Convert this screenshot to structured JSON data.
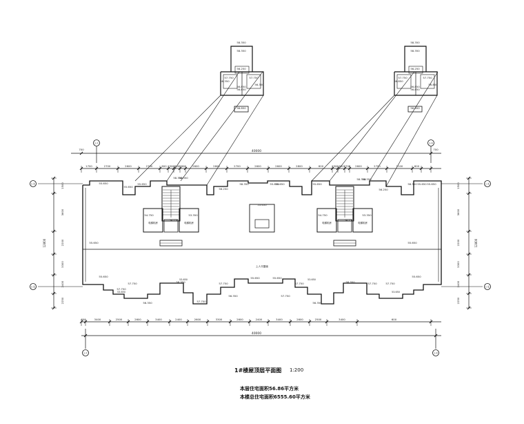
{
  "drawing": {
    "title": "1#楼屋顶层平面图",
    "scale": "1:200",
    "note_floor_area": "本层住宅面积56.86平方米",
    "note_building_area": "本楼总住宅面积6555.60平方米"
  },
  "axis_labels": {
    "top_left": "1-①",
    "top_right": "1-⑩",
    "bottom_left": "1-①",
    "bottom_right": "1-⑩",
    "left_a": "1-Ⓐ",
    "left_b": "1-Ⓔ",
    "right_a": "1-Ⓐ",
    "right_b": "1-Ⓔ"
  },
  "dimensions": {
    "overall_top": "40000",
    "overall_bottom": "40000",
    "top_overhang_left": "700",
    "top_overhang_right": "700",
    "top_segments": [
      "1700",
      "2700",
      "2600",
      "2700",
      "600",
      "1500",
      "600",
      "2800",
      "2600",
      "2600",
      "2700",
      "2600",
      "2600",
      "2800",
      "600",
      "1500",
      "600",
      "2700",
      "2600",
      "2700",
      "1100",
      "600"
    ],
    "bottom_segments": [
      "600",
      "3400",
      "2500",
      "2600",
      "3400",
      "2400",
      "2600",
      "3300",
      "2600",
      "2400",
      "3400",
      "2600",
      "2500",
      "3400",
      "600"
    ],
    "left_segments": [
      "1500",
      "3600",
      "2200",
      "3300",
      "2400",
      "2250"
    ],
    "left_total": "12800",
    "right_segments": [
      "1500",
      "3600",
      "2200",
      "3300",
      "2400",
      "2250"
    ],
    "right_total": "12800"
  },
  "elevations": {
    "detail_left": [
      "58.350",
      "58.350",
      "56.850",
      "56.250",
      "57.750",
      "57.750",
      "56.850",
      "56.350",
      "56.350",
      "56.850"
    ],
    "detail_right": [
      "58.350",
      "58.350",
      "56.850",
      "56.250",
      "57.750",
      "57.750",
      "56.850",
      "56.850",
      "56.850",
      "56.850"
    ],
    "plan_top": [
      "55.650",
      "55.650",
      "55.650",
      "58.350",
      "58.350",
      "56.250",
      "58.350",
      "55.650",
      "55.650",
      "55.650",
      "58.350",
      "58.350",
      "56.250",
      "58.350",
      "55.650",
      "55.650"
    ],
    "plan_rooms": [
      "54.750",
      "54.750",
      "53.350",
      "54.750",
      "54.750",
      "53.350"
    ],
    "plan_middle": [
      "55.650",
      "55.650",
      "55.650"
    ],
    "plan_bottom": [
      "55.650",
      "57.750",
      "57.750",
      "56.350",
      "58.350",
      "57.750",
      "57.750",
      "56.350",
      "55.650",
      "55.650",
      "57.750",
      "57.750",
      "56.350",
      "58.350",
      "57.750",
      "55.650",
      "57.750"
    ],
    "plan_bottom_small": [
      "53.650",
      "53.650",
      "53.650",
      "53.650"
    ]
  },
  "room_labels": {
    "machine_room": "电梯机房",
    "center_note": "上人平屋面"
  }
}
